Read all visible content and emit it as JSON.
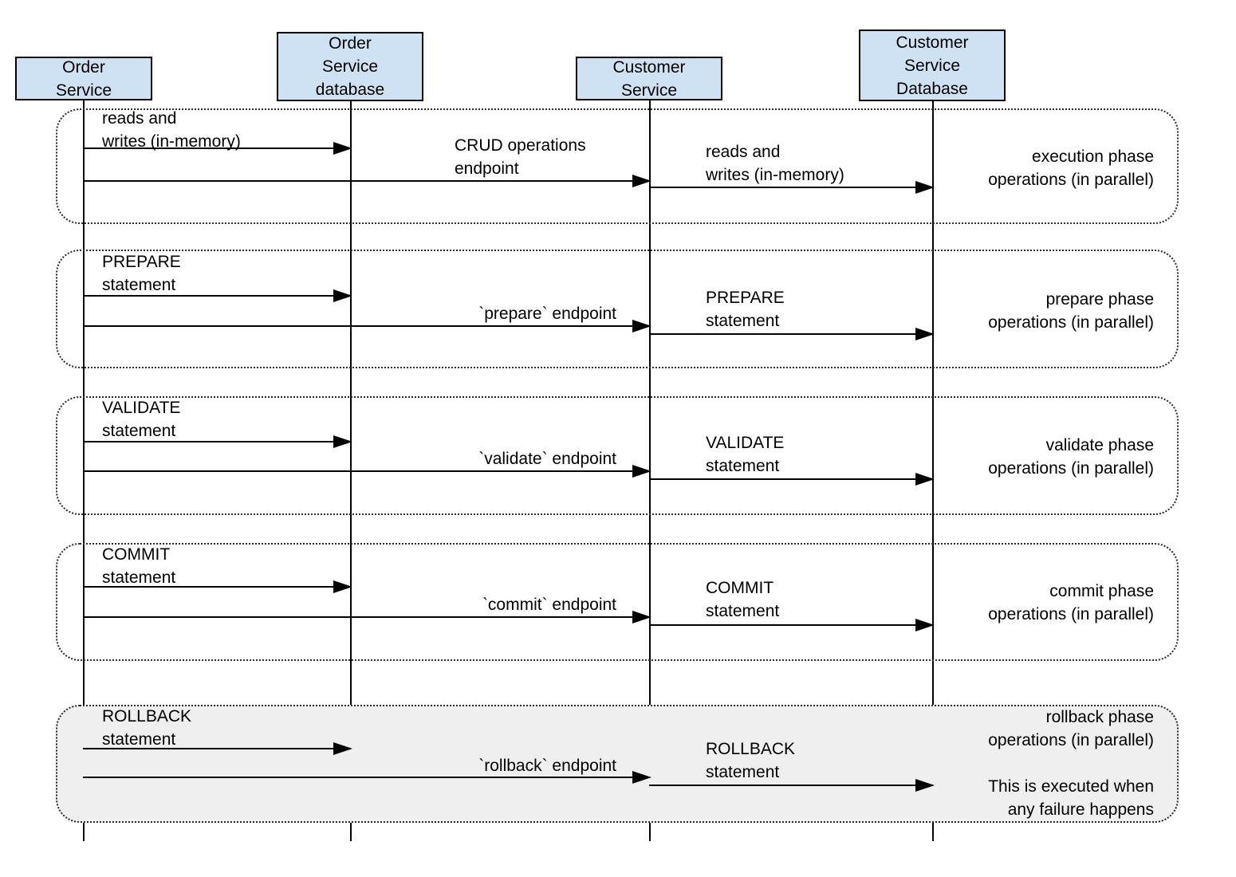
{
  "diagram": {
    "type": "sequence-diagram",
    "colors": {
      "actor_fill": "#cfe2f3",
      "actor_border": "#000000",
      "line_color": "#000000",
      "frame_dotted_color": "#2b2b2b",
      "rollback_frame_fill": "#efefef",
      "background": "#ffffff"
    },
    "actors": [
      {
        "id": "order-service",
        "label": "Order\nService"
      },
      {
        "id": "order-service-database",
        "label": "Order\nService\ndatabase"
      },
      {
        "id": "customer-service",
        "label": "Customer\nService"
      },
      {
        "id": "customer-service-database",
        "label": "Customer\nService\nDatabase"
      }
    ],
    "phases": [
      {
        "id": "execution",
        "os_to_osdb": "reads and\nwrites (in-memory)",
        "os_to_cs": "CRUD operations\nendpoint",
        "cs_to_csdb": "reads and\nwrites (in-memory)",
        "note": "execution phase\noperations (in parallel)"
      },
      {
        "id": "prepare",
        "os_to_osdb": "PREPARE\nstatement",
        "os_to_cs": "`prepare` endpoint",
        "cs_to_csdb": "PREPARE\nstatement",
        "note": "prepare phase\noperations (in parallel)"
      },
      {
        "id": "validate",
        "os_to_osdb": "VALIDATE\nstatement",
        "os_to_cs": "`validate` endpoint",
        "cs_to_csdb": "VALIDATE\nstatement",
        "note": "validate phase\noperations (in parallel)"
      },
      {
        "id": "commit",
        "os_to_osdb": "COMMIT\nstatement",
        "os_to_cs": "`commit` endpoint",
        "cs_to_csdb": "COMMIT\nstatement",
        "note": "commit phase\noperations (in parallel)"
      },
      {
        "id": "rollback",
        "os_to_osdb": "ROLLBACK\nstatement",
        "os_to_cs": "`rollback` endpoint",
        "cs_to_csdb": "ROLLBACK\nstatement",
        "note": "rollback phase\noperations (in parallel)",
        "note2": "This is executed when\nany failure happens"
      }
    ]
  }
}
